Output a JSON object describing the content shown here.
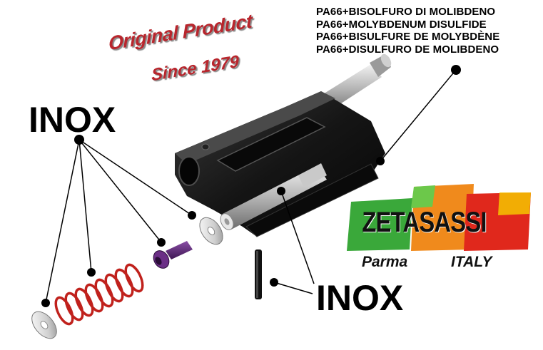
{
  "materials": {
    "lines": [
      "PA66+BISOLFURO DI MOLIBDENO",
      "PA66+MOLYBDENUM DISULFIDE",
      "PA66+BISULFURE DE MOLYBDÈNE",
      "PA66+DISULFURO DE MOLIBDENO"
    ]
  },
  "badge": {
    "line1": "Original Product",
    "line2": "Since 1979"
  },
  "labels": {
    "inox_left": "INOX",
    "inox_right": "INOX"
  },
  "brand": {
    "logo_text": "ZETASASSI",
    "city": "Parma",
    "country": "ITALY",
    "colors": {
      "green": "#3aa83a",
      "orange": "#f08a1c",
      "red": "#e0281c",
      "yellow": "#f5c400"
    }
  }
}
